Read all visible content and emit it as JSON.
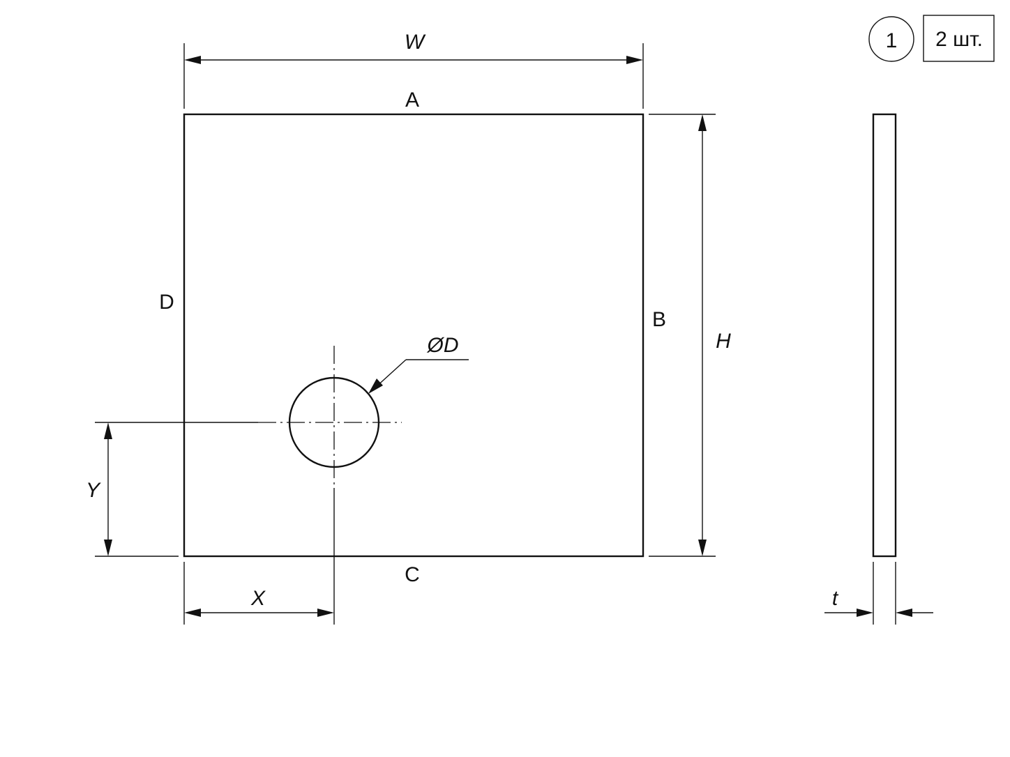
{
  "drawing": {
    "dimensions": {
      "width": "W",
      "height": "H",
      "hole_diameter": "ØD",
      "hole_x": "X",
      "hole_y": "Y",
      "thickness": "t"
    },
    "edges": {
      "top": "A",
      "right": "B",
      "bottom": "C",
      "left": "D"
    },
    "part": {
      "number": "1",
      "quantity": "2 шт."
    }
  }
}
